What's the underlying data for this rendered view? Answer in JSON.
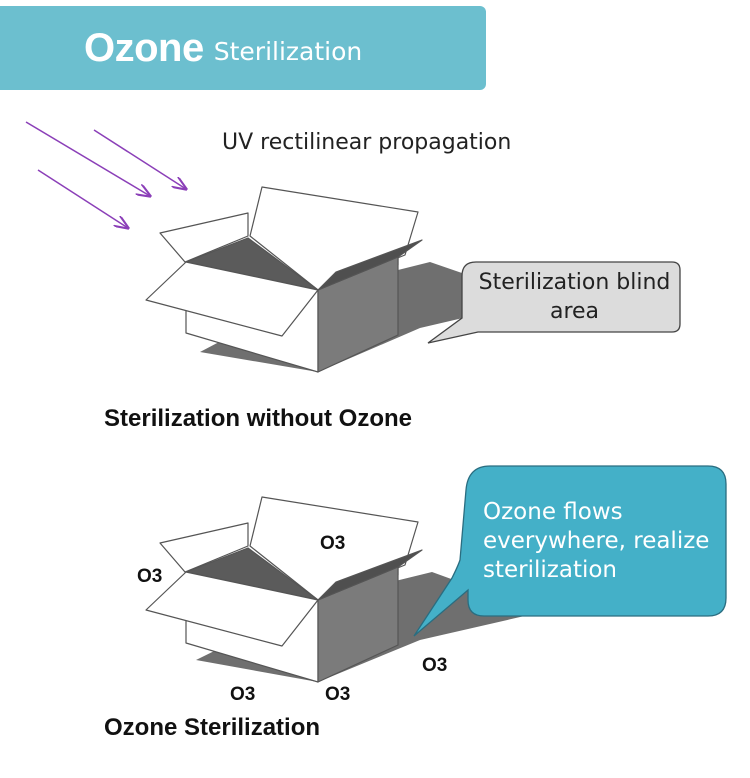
{
  "header": {
    "title_bold": "Ozone",
    "title_rest": "Sterilization",
    "color": "#6cbfcf"
  },
  "top_scene": {
    "uv_label": "UV rectilinear propagation",
    "callout": "Sterilization blind area",
    "caption": "Sterilization without Ozone",
    "arrow_color": "#8b3fb8"
  },
  "bottom_scene": {
    "callout": "Ozone flows everywhere, realize sterilization",
    "callout_color": "#44b0c8",
    "o3_labels": [
      "O3",
      "O3",
      "O3",
      "O3",
      "O3"
    ],
    "caption": "Ozone Sterilization"
  }
}
